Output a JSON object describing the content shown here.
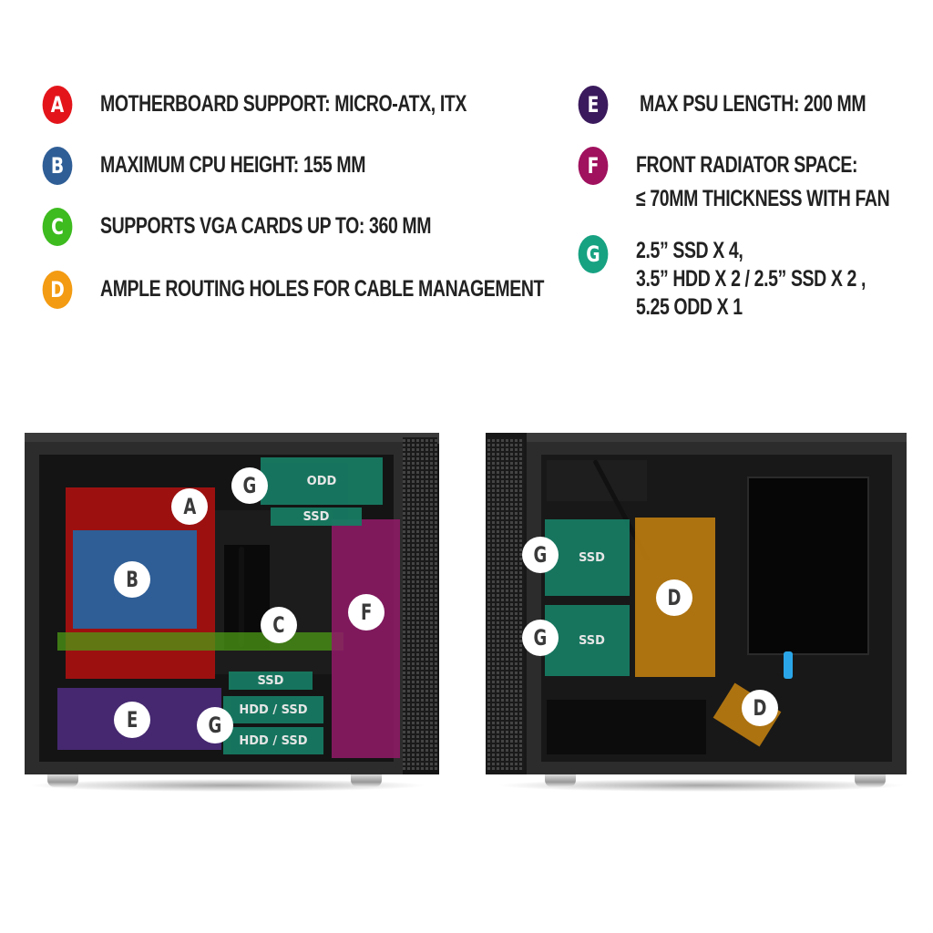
{
  "specs": {
    "A": {
      "letter": "A",
      "color": "#e3151b",
      "lines": [
        "MOTHERBOARD SUPPORT:  MICRO-ATX, ITX"
      ]
    },
    "B": {
      "letter": "B",
      "color": "#2f5e96",
      "lines": [
        "MAXIMUM CPU HEIGHT: 155 MM"
      ]
    },
    "C": {
      "letter": "C",
      "color": "#3dbb1f",
      "lines": [
        "SUPPORTS VGA CARDS UP TO: 360 MM"
      ]
    },
    "D": {
      "letter": "D",
      "color": "#f39b12",
      "lines": [
        "AMPLE ROUTING HOLES FOR CABLE MANAGEMENT"
      ]
    },
    "E": {
      "letter": "E",
      "color": "#3a1a5c",
      "lines": [
        "MAX PSU LENGTH: 200 MM"
      ]
    },
    "F": {
      "letter": "F",
      "color": "#a0115e",
      "lines": [
        "FRONT RADIATOR SPACE:",
        "≤ 70MM THICKNESS WITH FAN"
      ]
    },
    "G": {
      "letter": "G",
      "color": "#17a282",
      "lines": [
        "2.5” SSD X 4,",
        "3.5” HDD X 2 / 2.5” SSD X 2 ,",
        "5.25 ODD X 1"
      ]
    }
  },
  "left_case": {
    "overlay_colors": {
      "A": "#b01010",
      "B": "#2f5e96",
      "C": "#4c9a16",
      "E": "#4a2a7a",
      "F": "#8e1a66",
      "G": "#177a62"
    },
    "callouts": [
      "A",
      "B",
      "C",
      "E",
      "F",
      "G",
      "G"
    ],
    "bay_labels": {
      "odd": "ODD",
      "ssd_top": "SSD",
      "ssd_bottom": "SSD",
      "hdd1": "HDD / SSD",
      "hdd2": "HDD / SSD"
    }
  },
  "right_case": {
    "overlay_colors": {
      "D": "#c88410",
      "G": "#177a62"
    },
    "callouts": [
      "G",
      "G",
      "D",
      "D"
    ],
    "bay_labels": {
      "ssd1": "SSD",
      "ssd2": "SSD"
    }
  }
}
